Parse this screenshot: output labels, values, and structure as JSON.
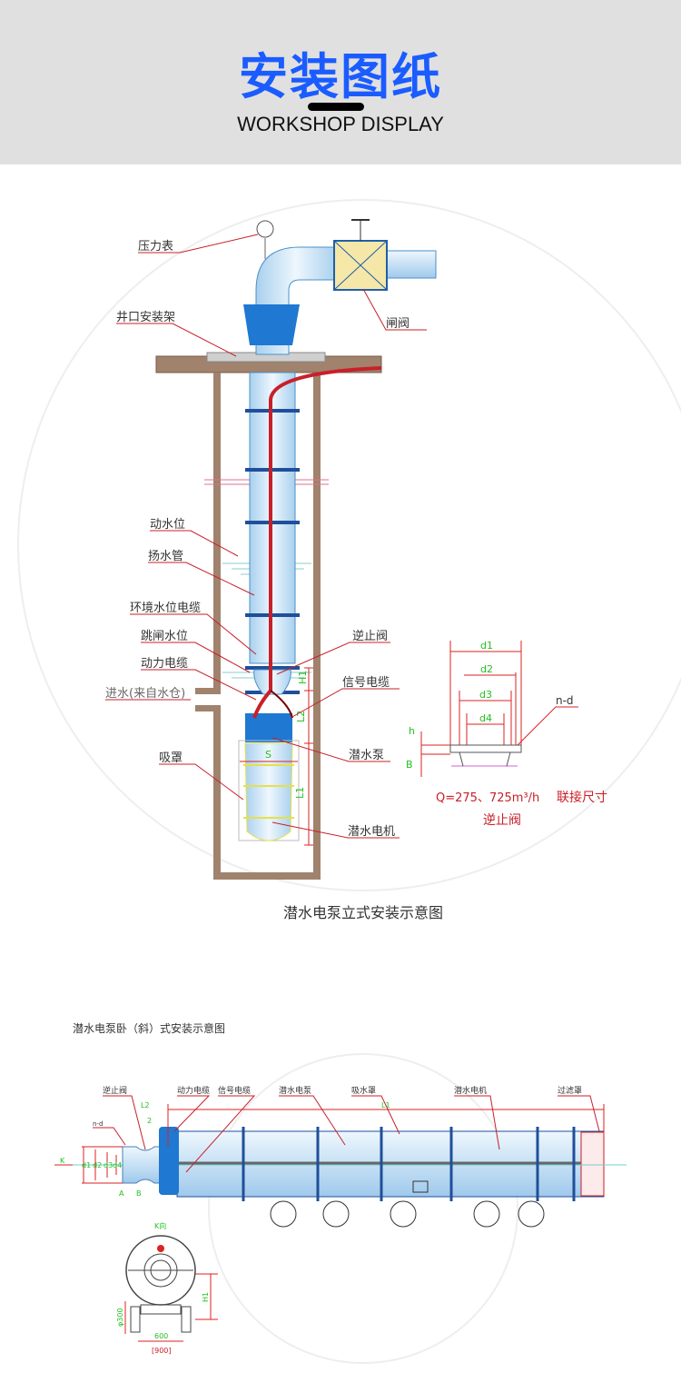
{
  "header": {
    "title": "安装图纸",
    "subtitle": "WORKSHOP DISPLAY"
  },
  "vertical_diagram": {
    "labels_left": [
      "压力表",
      "井口安装架",
      "动水位",
      "扬水管",
      "环境水位电缆",
      "跳闸水位",
      "动力电缆",
      "进水(来自水仓)",
      "吸罩"
    ],
    "labels_right": [
      "闸阀",
      "逆止阀",
      "信号电缆",
      "潜水泵",
      "潜水电机"
    ],
    "dimensions": [
      "H1",
      "L2",
      "L1",
      "S"
    ],
    "caption": "潜水电泵立式安装示意图"
  },
  "check_valve_detail": {
    "dimensions": [
      "d1",
      "d2",
      "d3",
      "d4",
      "n-d",
      "h",
      "B"
    ],
    "flow_note": "Q=275、725m³/h",
    "note": "联接尺寸",
    "name": "逆止阀"
  },
  "horizontal_diagram": {
    "title": "潜水电泵卧（斜）式安装示意图",
    "labels": [
      "逆止阀",
      "动力电缆",
      "信号电缆",
      "潜水电泵",
      "吸水罩",
      "潜水电机",
      "过滤罩"
    ],
    "dimensions": [
      "L2",
      "L1",
      "2",
      "n-d",
      "d1",
      "d2",
      "d3",
      "d4",
      "A",
      "B",
      "K"
    ],
    "end_view": {
      "label": "K向",
      "height": "H1",
      "wheel": "φ300",
      "track": "600",
      "track_outer": "[900]"
    }
  },
  "colors": {
    "title_blue": "#1a5cff",
    "pipe": "#cfe6f7",
    "pump_blue": "#1f78d1",
    "wall": "#a0826d",
    "leader": "#c8202a",
    "dim_green": "#22c022"
  }
}
